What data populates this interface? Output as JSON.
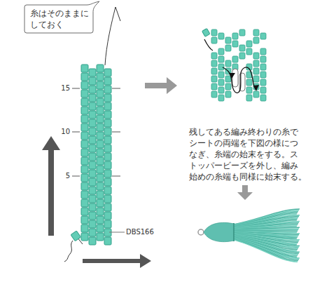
{
  "diagram": {
    "nodes": [
      {
        "text": [
          "糸はそのままに しておく"
        ]
      }
    ],
    "labels": [
      "15",
      "10",
      "5",
      "DBS166",
      "残してある編み終わりの糸で シートの両端を下図の様につ なぎ、糸端の始末をする。ス トッパービーズを外し、編み 始めの糸端も同様に始末する。"
    ]
  }
}
